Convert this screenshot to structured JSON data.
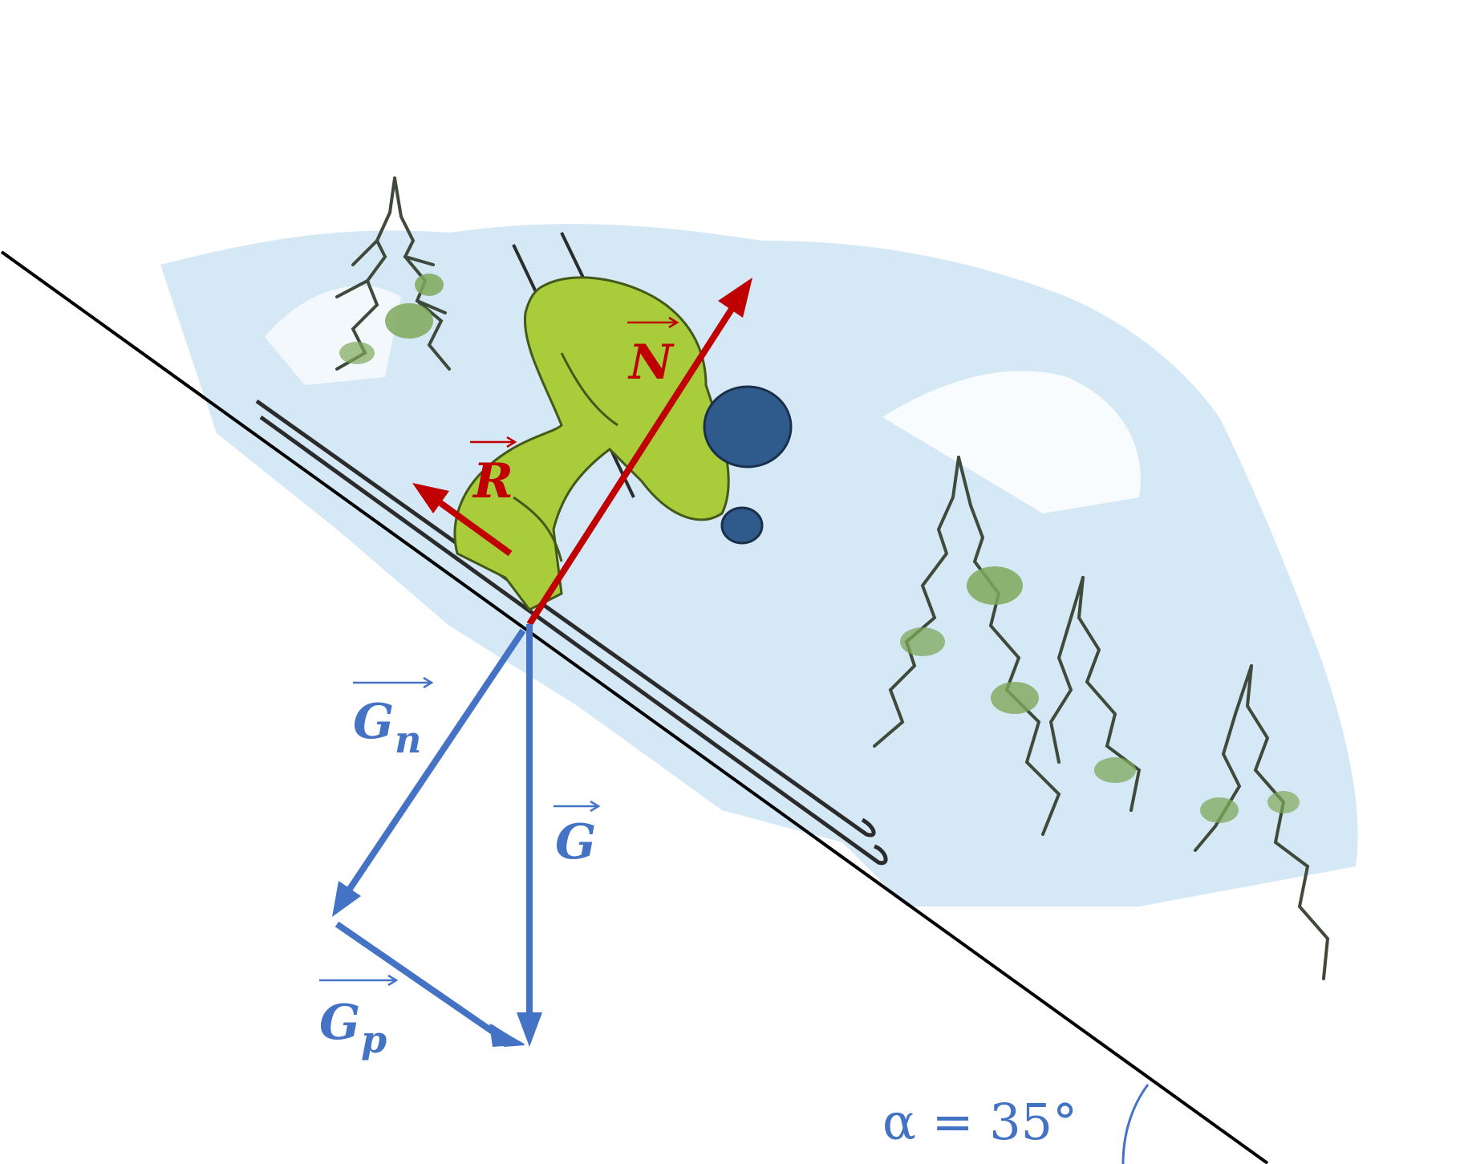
{
  "colors": {
    "red": "#c00000",
    "blue": "#4472c4",
    "slope": "#000000",
    "sky": "#cfe6f5",
    "jacket": "#a8cc3a",
    "helmet": "#2e5a8c",
    "tree": "#3f4a3a",
    "tree_leaf": "#7fa85a"
  },
  "forces": {
    "normal": {
      "symbol": "N",
      "color": "red"
    },
    "friction": {
      "symbol": "R",
      "color": "red"
    },
    "gravity": {
      "symbol": "G",
      "color": "blue"
    },
    "gravity_normal": {
      "symbol": "G",
      "subscript": "n",
      "color": "blue"
    },
    "gravity_parallel": {
      "symbol": "G",
      "subscript": "p",
      "color": "blue"
    }
  },
  "angle": {
    "label": "α = 35°",
    "value_deg": 35
  },
  "icons": {
    "skier": "skier-illustration",
    "trees": "pine-tree-sketch"
  }
}
